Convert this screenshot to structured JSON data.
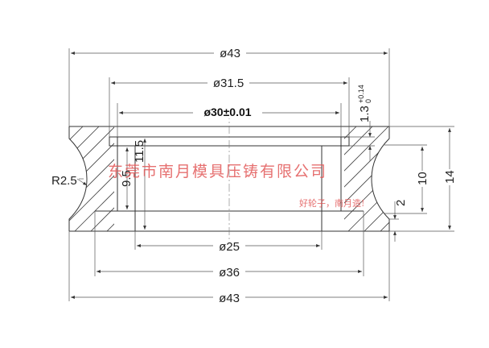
{
  "dimensions": {
    "outer_top": "ø43",
    "groove": "ø31.5",
    "bore": "ø30±0.01",
    "tolerance_main": "1.3",
    "tolerance_up": "+0.14",
    "tolerance_low": "0",
    "radius": "R2.5",
    "inner_25": "ø25",
    "inner_36": "ø36",
    "outer_bottom": "ø43",
    "height_14": "14",
    "height_10": "10",
    "height_2": "2",
    "height_95": "9.5",
    "height_115": "11.5"
  },
  "watermark": {
    "company": "东莞市南月模具压铸有限公司",
    "slogan": "好轮子，南月造!"
  }
}
